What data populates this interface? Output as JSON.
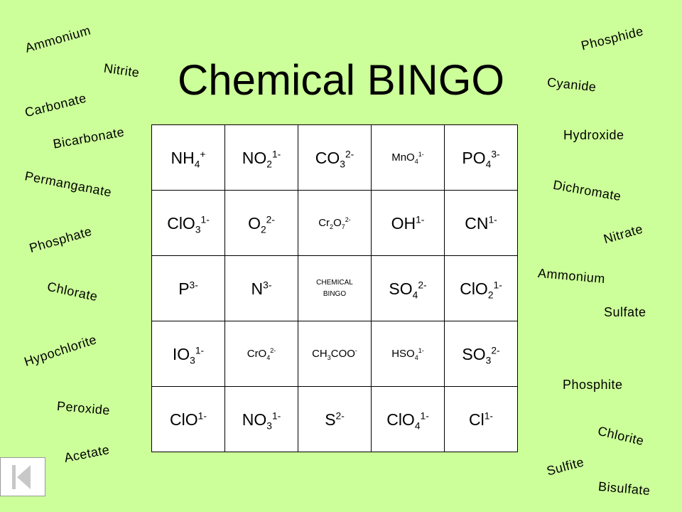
{
  "title": "Chemical BINGO",
  "left_words": {
    "ammonium": "Ammonium",
    "nitrite": "Nitrite",
    "carbonate": "Carbonate",
    "bicarbonate": "Bicarbonate",
    "permanganate": "Permanganate",
    "phosphate": "Phosphate",
    "chlorate": "Chlorate",
    "hypochlorite": "Hypochlorite",
    "peroxide": "Peroxide",
    "acetate": "Acetate"
  },
  "right_words": {
    "phosphide": "Phosphide",
    "cyanide": "Cyanide",
    "hydroxide": "Hydroxide",
    "dichromate": "Dichromate",
    "nitrate": "Nitrate",
    "ammonium": "Ammonium",
    "sulfate": "Sulfate",
    "phosphite": "Phosphite",
    "chlorite": "Chlorite",
    "sulfite": "Sulfite",
    "bisulfate": "Bisulfate"
  },
  "board": [
    [
      {
        "parts": [
          "NH",
          "4",
          "+"
        ]
      },
      {
        "parts": [
          "NO",
          "2",
          "1-"
        ]
      },
      {
        "parts": [
          "CO",
          "3",
          "2-"
        ]
      },
      {
        "parts": [
          "MnO",
          "4",
          "1-"
        ]
      },
      {
        "parts": [
          "PO",
          "4",
          "3-"
        ]
      }
    ],
    [
      {
        "parts": [
          "ClO",
          "3",
          "1-"
        ]
      },
      {
        "parts": [
          "O",
          "2",
          "2-"
        ]
      },
      {
        "parts": [
          "Cr",
          "2",
          "O",
          "7",
          "2-"
        ]
      },
      {
        "parts": [
          "OH",
          "",
          "1-"
        ]
      },
      {
        "parts": [
          "CN",
          "",
          "1-"
        ]
      }
    ],
    [
      {
        "parts": [
          "P",
          "",
          "3-"
        ]
      },
      {
        "parts": [
          "N",
          "",
          "3-"
        ]
      },
      {
        "free_line1": "CHEMICAL",
        "free_line2": "BINGO"
      },
      {
        "parts": [
          "SO",
          "4",
          "2-"
        ]
      },
      {
        "parts": [
          "ClO",
          "2",
          "1-"
        ]
      }
    ],
    [
      {
        "parts": [
          "IO",
          "3",
          "1-"
        ]
      },
      {
        "parts": [
          "CrO",
          "4",
          "2-"
        ]
      },
      {
        "parts": [
          "CH",
          "3",
          "COO",
          "",
          "-"
        ]
      },
      {
        "parts": [
          "HSO",
          "4",
          "1-"
        ]
      },
      {
        "parts": [
          "SO",
          "3",
          "2-"
        ]
      }
    ],
    [
      {
        "parts": [
          "ClO",
          "",
          "1-"
        ]
      },
      {
        "parts": [
          "NO",
          "3",
          "1-"
        ]
      },
      {
        "parts": [
          "S",
          "",
          "2-"
        ]
      },
      {
        "parts": [
          "ClO",
          "4",
          "1-"
        ]
      },
      {
        "parts": [
          "Cl",
          "",
          "1-"
        ]
      }
    ]
  ],
  "nav": {
    "icon": "back-to-first-icon"
  }
}
